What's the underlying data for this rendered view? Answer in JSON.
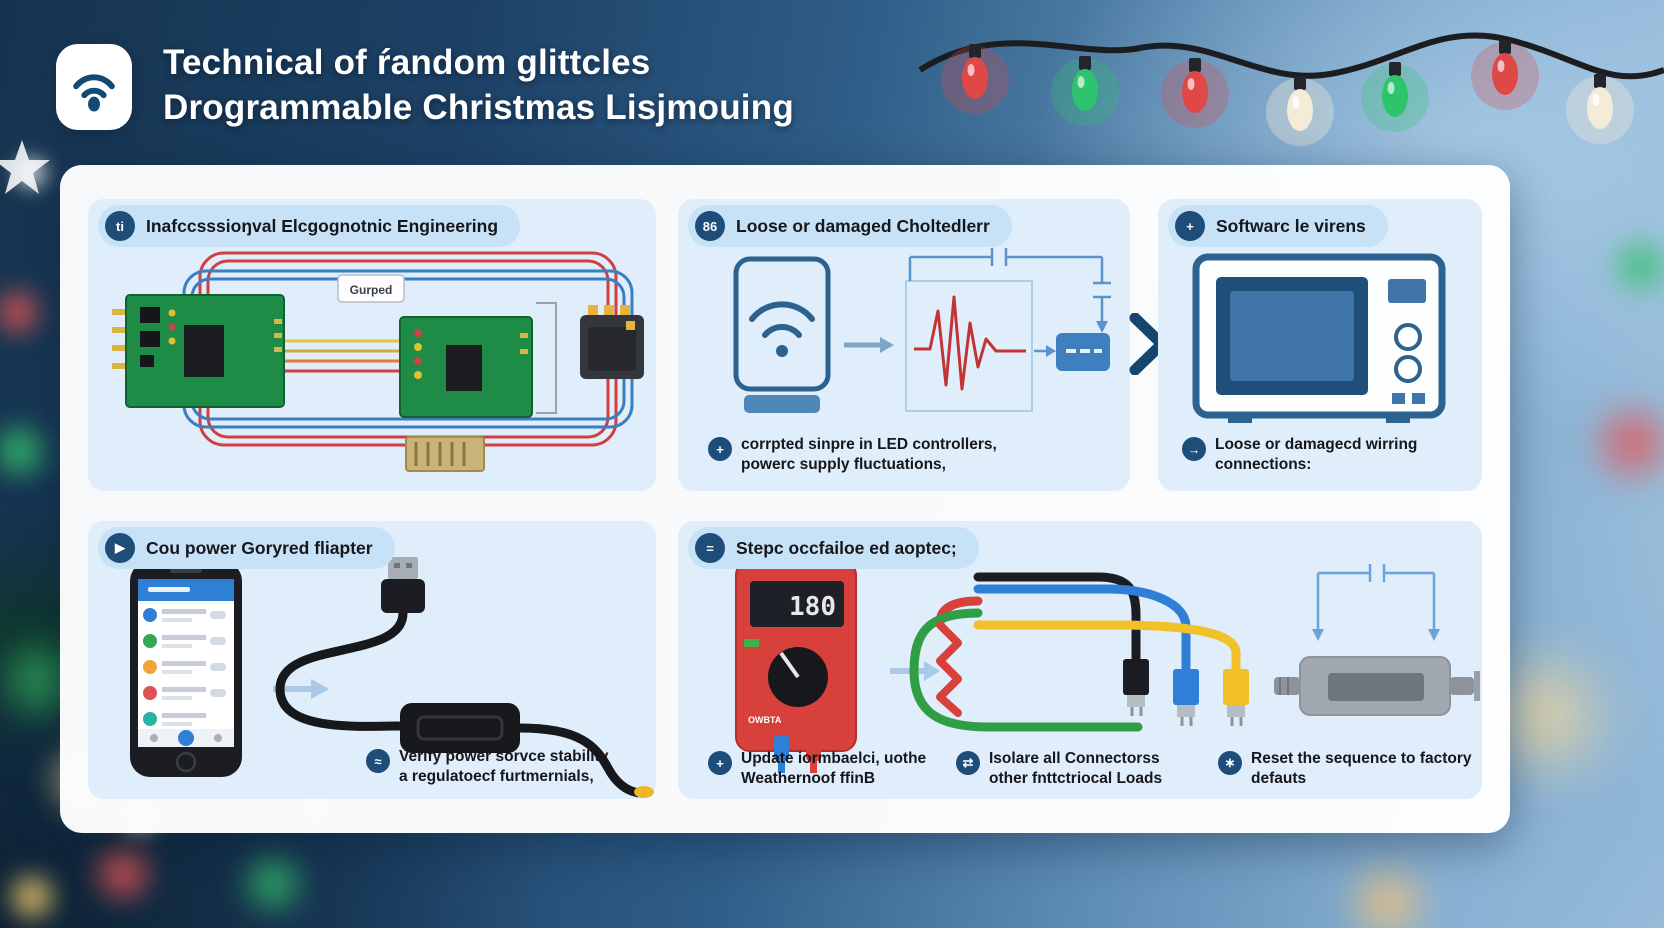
{
  "header": {
    "logo_icon": "wifi-icon",
    "title_line1": "Technical of ŕandom glittcles",
    "title_line2": "Drogrammable Christmas Lisjmouing"
  },
  "divider": {
    "chevron_icon": "chevron-right"
  },
  "colors": {
    "accent_navy": "#1d4d78",
    "card_blue": "#e0edfb",
    "pill_blue": "#c7e1f7",
    "outline_blue": "#2b628f",
    "wire_red": "#d8403c",
    "wire_blue": "#2f7fd6",
    "wire_green": "#2f9e44",
    "wire_yellow": "#f2c029",
    "pcb_green": "#1e8c47"
  },
  "panels": [
    {
      "name": "circuit-engineering",
      "badge_glyph": "ti",
      "header": "Inafccsssioŋval Elcgognotnic Engineering",
      "chip_label": "Gurped"
    },
    {
      "name": "led-controllers",
      "badge_glyph": "86",
      "header": "Loose or damaged Choltedlerr",
      "captions": [
        {
          "icon_glyph": "+",
          "line1": "corrpted sinpre in LED controllers,",
          "line2": "powerc supply fluctuations,"
        }
      ]
    },
    {
      "name": "software-virens",
      "badge_glyph": "+",
      "header": "Softwarc le virens",
      "captions": [
        {
          "icon_glyph": "→",
          "line1": "Loose or damagecd wirring",
          "line2": "connections:"
        }
      ]
    },
    {
      "name": "power-adapter",
      "badge_glyph": "▶",
      "header": "Cou power Goryred fliapter",
      "captions": [
        {
          "icon_glyph": "≈",
          "line1": "Verify power sorvce stability",
          "line2": "a regulatoecf furtmernials,"
        }
      ]
    },
    {
      "name": "troubleshooting-steps",
      "badge_glyph": "=",
      "header": "Stepc occfailoe ed aoptec;",
      "multimeter": {
        "display": "180",
        "label": "OWBTA"
      },
      "captions": [
        {
          "icon_glyph": "+",
          "line1": "Update iormbaelci, uothe",
          "line2": "Weathernoof ffinB"
        },
        {
          "icon_glyph": "⇄",
          "line1": "Isolare all Connectorss",
          "line2": "other fnttctriocal Loads"
        },
        {
          "icon_glyph": "∗",
          "line1": "Reset the sequence to factory",
          "line2": "defauts"
        }
      ]
    }
  ]
}
